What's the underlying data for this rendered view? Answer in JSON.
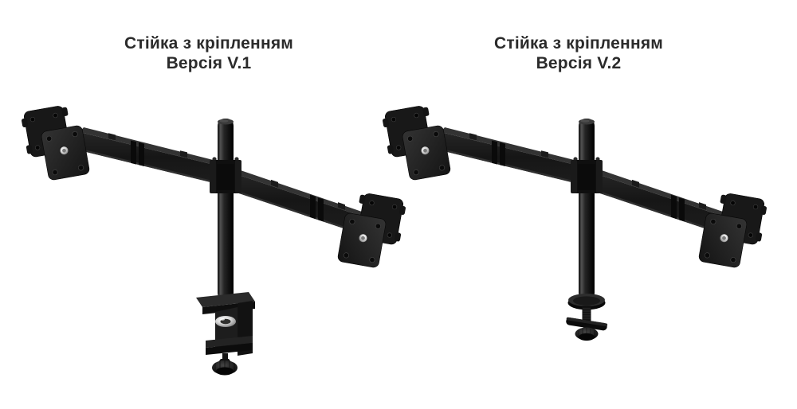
{
  "page": {
    "background_color": "#ffffff",
    "text_color": "#2b2b2b"
  },
  "products": [
    {
      "title_line1": "Стійка з кріпленням",
      "title_line2": "Версія V.1",
      "base_type": "desk-clamp base",
      "product_color": "#1a1a1a"
    },
    {
      "title_line1": "Стійка з кріпленням",
      "title_line2": "Версія V.2",
      "base_type": "grommet base",
      "product_color": "#1a1a1a"
    }
  ]
}
